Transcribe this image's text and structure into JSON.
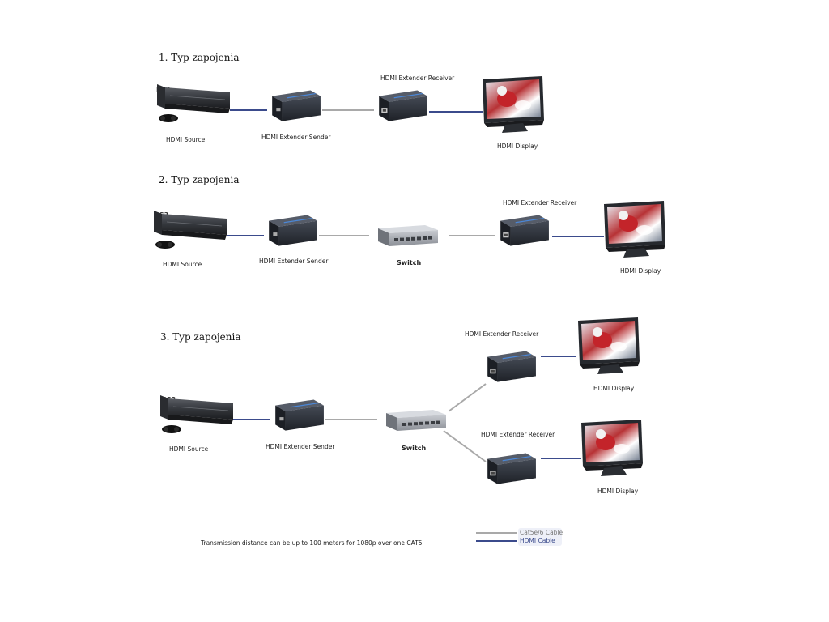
{
  "colors": {
    "cat_cable": "#a9a9a9",
    "hdmi_cable": "#3b4b8c",
    "device_dark": "#2a2d33",
    "accent_blue": "#3a6fbf",
    "legend_hdmi_text": "#3b4b8c",
    "legend_cat_text": "#7a7a7a"
  },
  "icons": {
    "console": "ps3-console-icon",
    "sender": "hdmi-extender-sender-icon",
    "receiver": "hdmi-extender-receiver-icon",
    "switch": "network-switch-icon",
    "display": "hdmi-display-icon"
  },
  "diagrams": [
    {
      "heading": "1. Typ zapojenia",
      "console_tag": "PS3",
      "source_label": "HDMI Source",
      "sender_label": "HDMI Extender Sender",
      "receiver_label": "HDMI Extender Receiver",
      "display_label": "HDMI Display"
    },
    {
      "heading": "2. Typ zapojenia",
      "console_tag": "PS3",
      "source_label": "HDMI Source",
      "sender_label": "HDMI Extender Sender",
      "switch_label": "Switch",
      "receiver_label": "HDMI Extender Receiver",
      "display_label": "HDMI Display"
    },
    {
      "heading": "3. Typ zapojenia",
      "console_tag": "PS3",
      "source_label": "HDMI Source",
      "sender_label": "HDMI Extender Sender",
      "switch_label": "Switch",
      "receiver_top_label": "HDMI Extender Receiver",
      "display_top_label": "HDMI Display",
      "receiver_bottom_label": "HDMI Extender Receiver",
      "display_bottom_label": "HDMI Display"
    }
  ],
  "footer": {
    "note": "Transmission distance can be up to 100 meters for 1080p over one CAT5",
    "legend": {
      "cat_label": "Cat5e/6 Cable",
      "hdmi_label": "HDMI Cable"
    }
  }
}
